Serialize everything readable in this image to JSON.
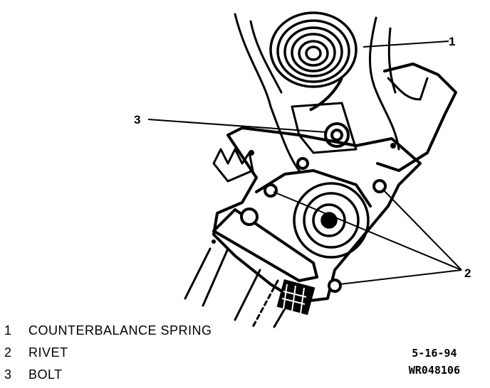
{
  "callouts": {
    "c1": "1",
    "c2": "2",
    "c3": "3"
  },
  "legend": [
    {
      "number": "1",
      "label": "COUNTERBALANCE SPRING"
    },
    {
      "number": "2",
      "label": "RIVET"
    },
    {
      "number": "3",
      "label": "BOLT"
    }
  ],
  "drawing_date": "5-16-94",
  "drawing_id": "WR048106"
}
